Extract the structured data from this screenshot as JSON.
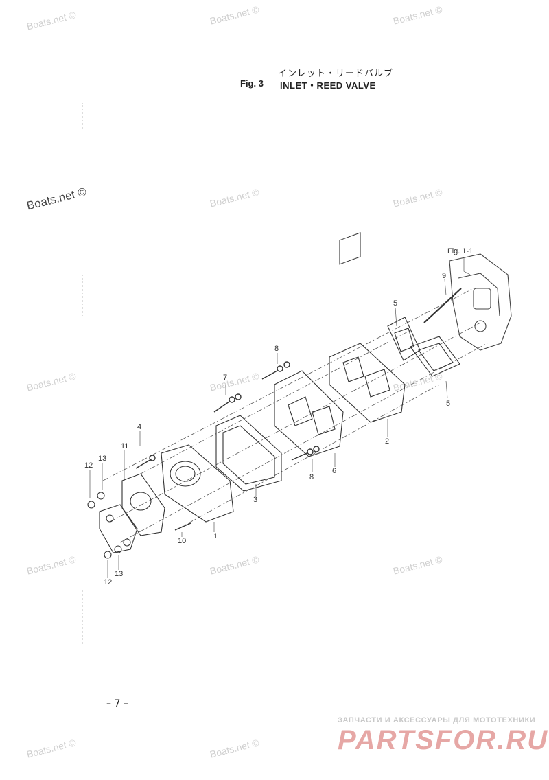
{
  "header": {
    "title_jp": "インレット・リードバルブ",
    "fig_label": "Fig. 3",
    "title_en": "INLET・REED VALVE"
  },
  "watermarks": {
    "text": "Boats.net ©",
    "featured": "Boats.net ©"
  },
  "reference": {
    "label": "Fig. 1-1"
  },
  "callouts": [
    {
      "id": "c1",
      "text": "1"
    },
    {
      "id": "c2",
      "text": "2"
    },
    {
      "id": "c3",
      "text": "3"
    },
    {
      "id": "c4",
      "text": "4"
    },
    {
      "id": "c5a",
      "text": "5"
    },
    {
      "id": "c5b",
      "text": "5"
    },
    {
      "id": "c6",
      "text": "6"
    },
    {
      "id": "c7",
      "text": "7"
    },
    {
      "id": "c8a",
      "text": "8"
    },
    {
      "id": "c8b",
      "text": "8"
    },
    {
      "id": "c9",
      "text": "9"
    },
    {
      "id": "c10",
      "text": "10"
    },
    {
      "id": "c11",
      "text": "11"
    },
    {
      "id": "c12a",
      "text": "12"
    },
    {
      "id": "c12b",
      "text": "12"
    },
    {
      "id": "c13a",
      "text": "13"
    },
    {
      "id": "c13b",
      "text": "13"
    }
  ],
  "page_number": "– 7 –",
  "footer": {
    "tagline": "ЗАПЧАСТИ И АКСЕССУАРЫ ДЛЯ МОТОТЕХНИКИ",
    "logo": "PARTSFOR.RU",
    "logo_color": "#e6a7a5"
  }
}
